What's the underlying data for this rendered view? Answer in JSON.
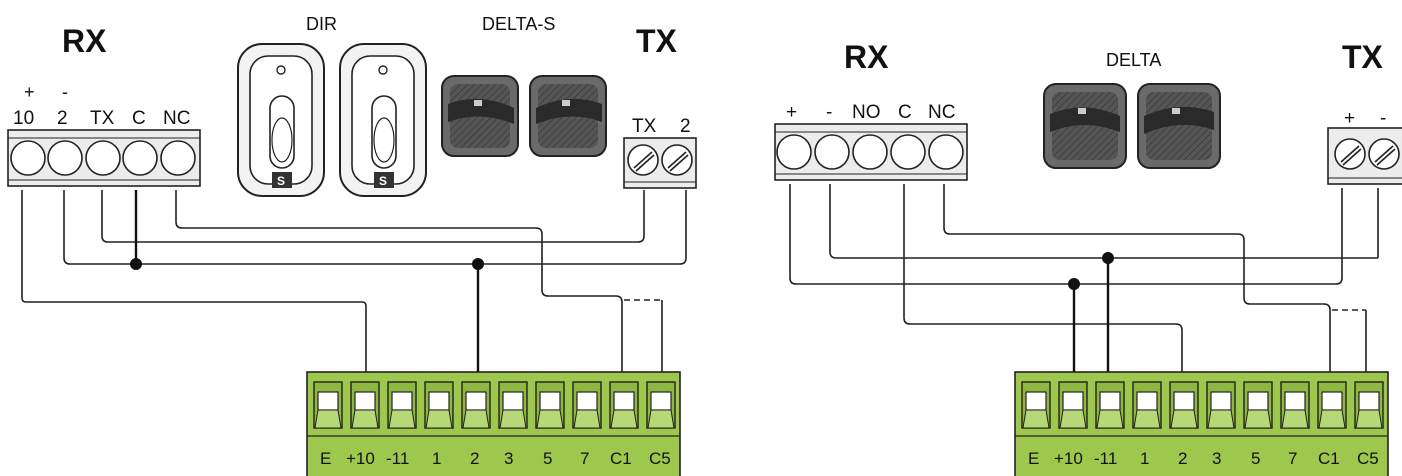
{
  "left": {
    "rx_title": "RX",
    "tx_title": "TX",
    "dir_label": "DIR",
    "delta_s_label": "DELTA-S",
    "rx_polarity": [
      "+",
      "-"
    ],
    "rx_terminals": [
      "10",
      "2",
      "TX",
      "C",
      "NC"
    ],
    "tx_terminals": [
      "TX",
      "2"
    ],
    "board_terminals": [
      "E",
      "+10",
      "-11",
      "1",
      "2",
      "3",
      "5",
      "7",
      "C1",
      "C5"
    ]
  },
  "right": {
    "rx_title": "RX",
    "tx_title": "TX",
    "delta_label": "DELTA",
    "rx_terminals": [
      "+",
      "-",
      "NO",
      "C",
      "NC"
    ],
    "tx_terminals": [
      "+",
      "-"
    ],
    "board_terminals": [
      "E",
      "+10",
      "-11",
      "1",
      "2",
      "3",
      "5",
      "7",
      "C1",
      "C5"
    ]
  },
  "colors": {
    "board_green": "#9dc84d",
    "connector_gray": "#ececec",
    "line": "#111111"
  }
}
